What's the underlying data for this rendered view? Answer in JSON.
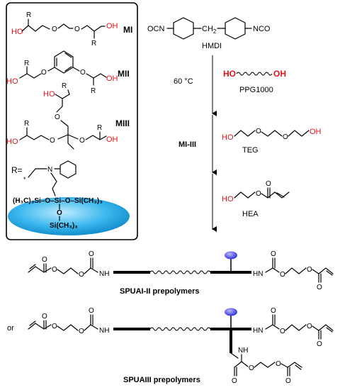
{
  "compounds": {
    "m1": "MI",
    "m2": "MII",
    "m3": "MIII",
    "r_eq": "R="
  },
  "atoms": {
    "oh": "OH",
    "ho": "HO",
    "r": "R",
    "o": "O",
    "n": "N",
    "hn": "H",
    "ocn": "OCN",
    "nco": "NCO",
    "ch2": "CH",
    "ch2_sub": "2",
    "si": "Si",
    "si_top": "(H₃C)₃Si–O–Si–O–Si(CH₃)₃",
    "si_bottom": "Si(CH₃)₃",
    "star": "*"
  },
  "reagents": {
    "hmdi": "HMDI",
    "temp": "60 °C",
    "ppg": "PPG1000",
    "step2": "MI-III",
    "teg": "TEG",
    "hea": "HEA"
  },
  "products": {
    "p1": "SPUAI-II prepolymers",
    "or": "or",
    "p2": "SPUAIII prepolymers"
  },
  "colors": {
    "hydroxyl": "#e8141b",
    "silica": "#2ab0e8"
  }
}
